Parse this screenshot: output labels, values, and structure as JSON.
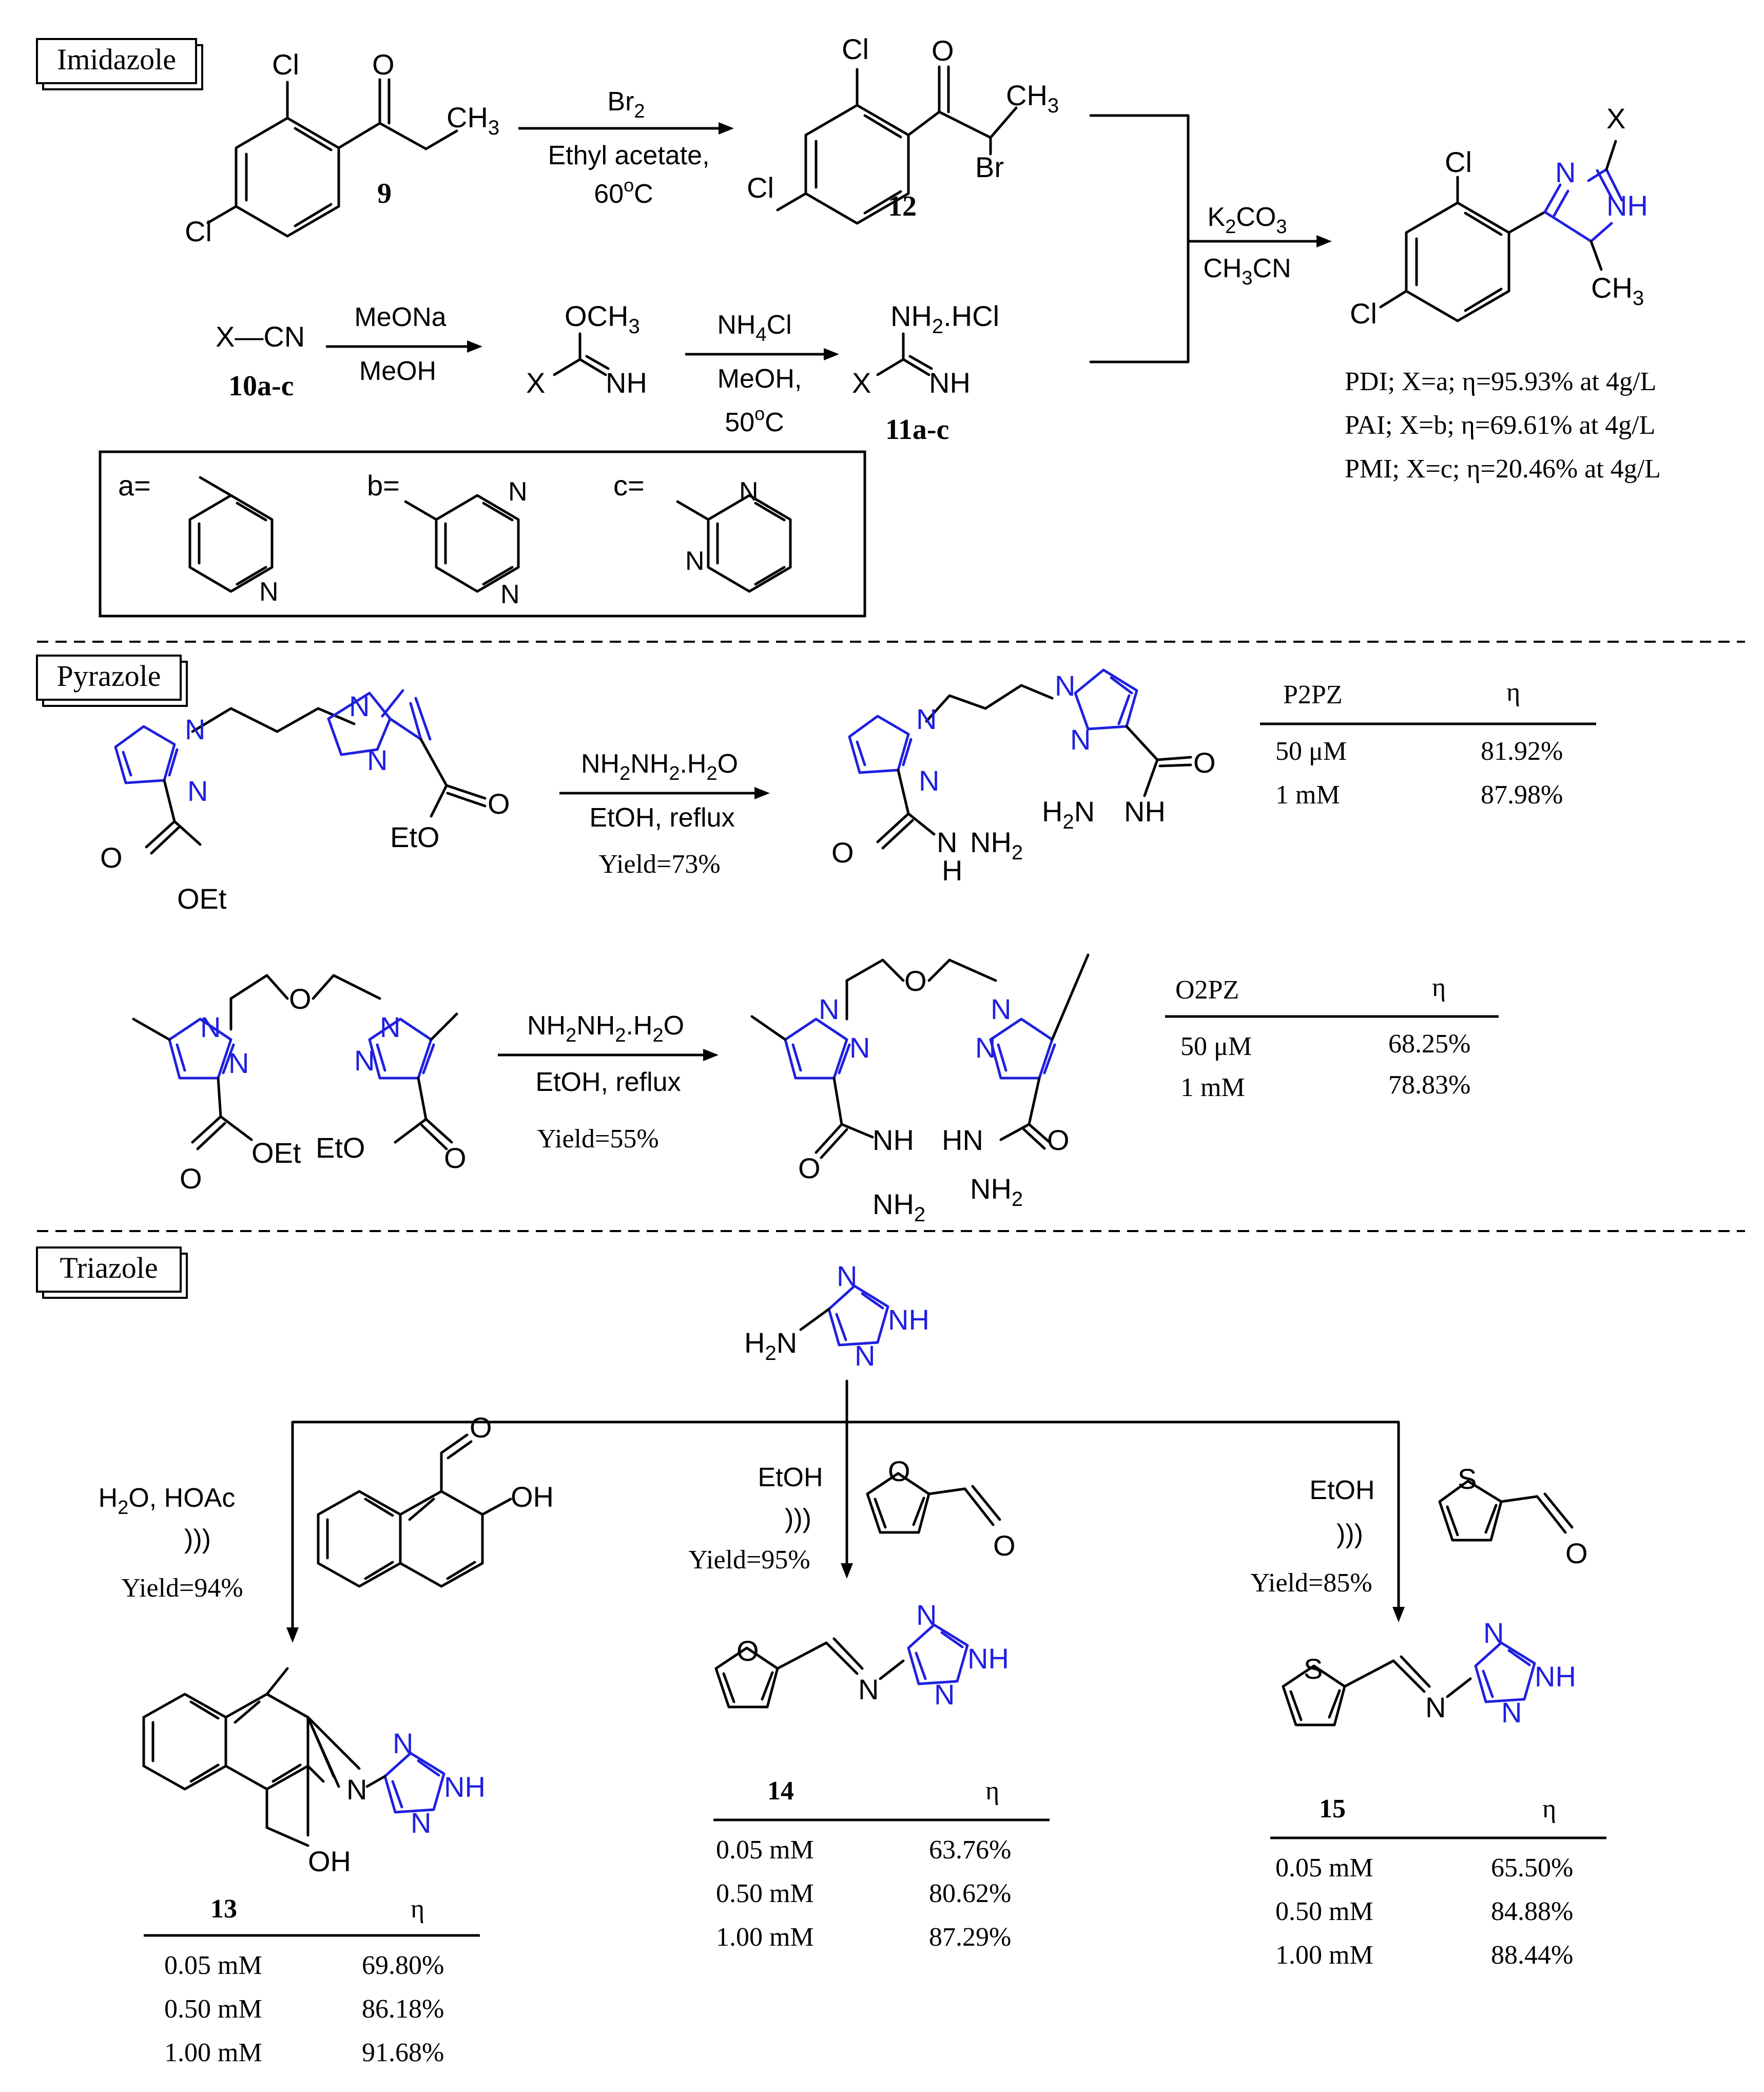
{
  "sections": {
    "imidazole": "Imidazole",
    "pyrazole": "Pyrazole",
    "triazole": "Triazole"
  },
  "imidazole": {
    "compound_9": "9",
    "compound_12": "12",
    "compound_10": "10a-c",
    "compound_11": "11a-c",
    "step1": {
      "line1": "Br",
      "line1_sub": "2",
      "line2": "Ethyl acetate,",
      "line3": "60",
      "line3_sup": "o",
      "line3_tail": "C"
    },
    "step2": {
      "line1": "MeONa",
      "line2": "MeOH"
    },
    "step3": {
      "line1": "NH",
      "line1_sub": "4",
      "line1_tail": "Cl",
      "line2": "MeOH,",
      "line3": "50",
      "line3_sup": "o",
      "line3_tail": "C"
    },
    "step4": {
      "line1": "K",
      "line1_sub1": "2",
      "line1_mid": "CO",
      "line1_sub2": "3",
      "line2": "CH",
      "line2_sub": "3",
      "line2_tail": "CN"
    },
    "nitrile": "X—CN",
    "imidate_top": "OCH",
    "imidate_top_sub": "3",
    "amidine_top": "NH",
    "amidine_top_sub": "2",
    "amidine_top_tail": ".HCl",
    "substituents": {
      "a": "a=",
      "b": "b=",
      "c": "c="
    },
    "results": [
      "PDI; X=a; η=95.93% at 4g/L",
      "PAI; X=b; η=69.61% at 4g/L",
      "PMI; X=c; η=20.46% at 4g/L"
    ]
  },
  "pyrazole": {
    "reaction1": {
      "reagent": "NH",
      "reagent_sub1": "2",
      "reagent_mid": "NH",
      "reagent_sub2": "2",
      "reagent_tail": ".H",
      "reagent_sub3": "2",
      "reagent_end": "O",
      "conditions": "EtOH, reflux",
      "yield": "Yield=73%"
    },
    "reaction2": {
      "reagent": "NH",
      "reagent_sub1": "2",
      "reagent_mid": "NH",
      "reagent_sub2": "2",
      "reagent_tail": ".H",
      "reagent_sub3": "2",
      "reagent_end": "O",
      "conditions": "EtOH, reflux",
      "yield": "Yield=55%"
    },
    "table_p2pz": {
      "headers": [
        "P2PZ",
        "η"
      ],
      "rows": [
        [
          "50 μM",
          "81.92%"
        ],
        [
          "1  mM",
          "87.98%"
        ]
      ]
    },
    "table_o2pz": {
      "headers": [
        "O2PZ",
        "η"
      ],
      "rows": [
        [
          "50 μM",
          "68.25%"
        ],
        [
          "1  mM",
          "78.83%"
        ]
      ]
    }
  },
  "triazole": {
    "branch_left": {
      "line1": "H",
      "line1_sub": "2",
      "line1_tail": "O, HOAc",
      "line2": ")))",
      "yield": "Yield=94%"
    },
    "branch_mid": {
      "line1": "EtOH",
      "line2": ")))",
      "yield": "Yield=95%"
    },
    "branch_right": {
      "line1": "EtOH",
      "line2": ")))",
      "yield": "Yield=85%"
    },
    "table_13": {
      "headers": [
        "13",
        "η"
      ],
      "rows": [
        [
          "0.05 mM",
          "69.80%"
        ],
        [
          "0.50 mM",
          "86.18%"
        ],
        [
          "1.00 mM",
          "91.68%"
        ]
      ]
    },
    "table_14": {
      "headers": [
        "14",
        "η"
      ],
      "rows": [
        [
          "0.05 mM",
          "63.76%"
        ],
        [
          "0.50 mM",
          "80.62%"
        ],
        [
          "1.00 mM",
          "87.29%"
        ]
      ]
    },
    "table_15": {
      "headers": [
        "15",
        "η"
      ],
      "rows": [
        [
          "0.05 mM",
          "65.50%"
        ],
        [
          "0.50 mM",
          "84.88%"
        ],
        [
          "1.00 mM",
          "88.44%"
        ]
      ]
    }
  },
  "atoms": {
    "Cl": "Cl",
    "O": "O",
    "N": "N",
    "NH": "NH",
    "HN": "HN",
    "X": "X",
    "Br": "Br",
    "S": "S",
    "OH": "OH",
    "H": "H",
    "CH3": "CH",
    "sub3": "3",
    "NH2": "NH",
    "sub2": "2",
    "H2N": "H",
    "OEt": "OEt",
    "EtO": "EtO",
    "H2N_dash": "H"
  }
}
